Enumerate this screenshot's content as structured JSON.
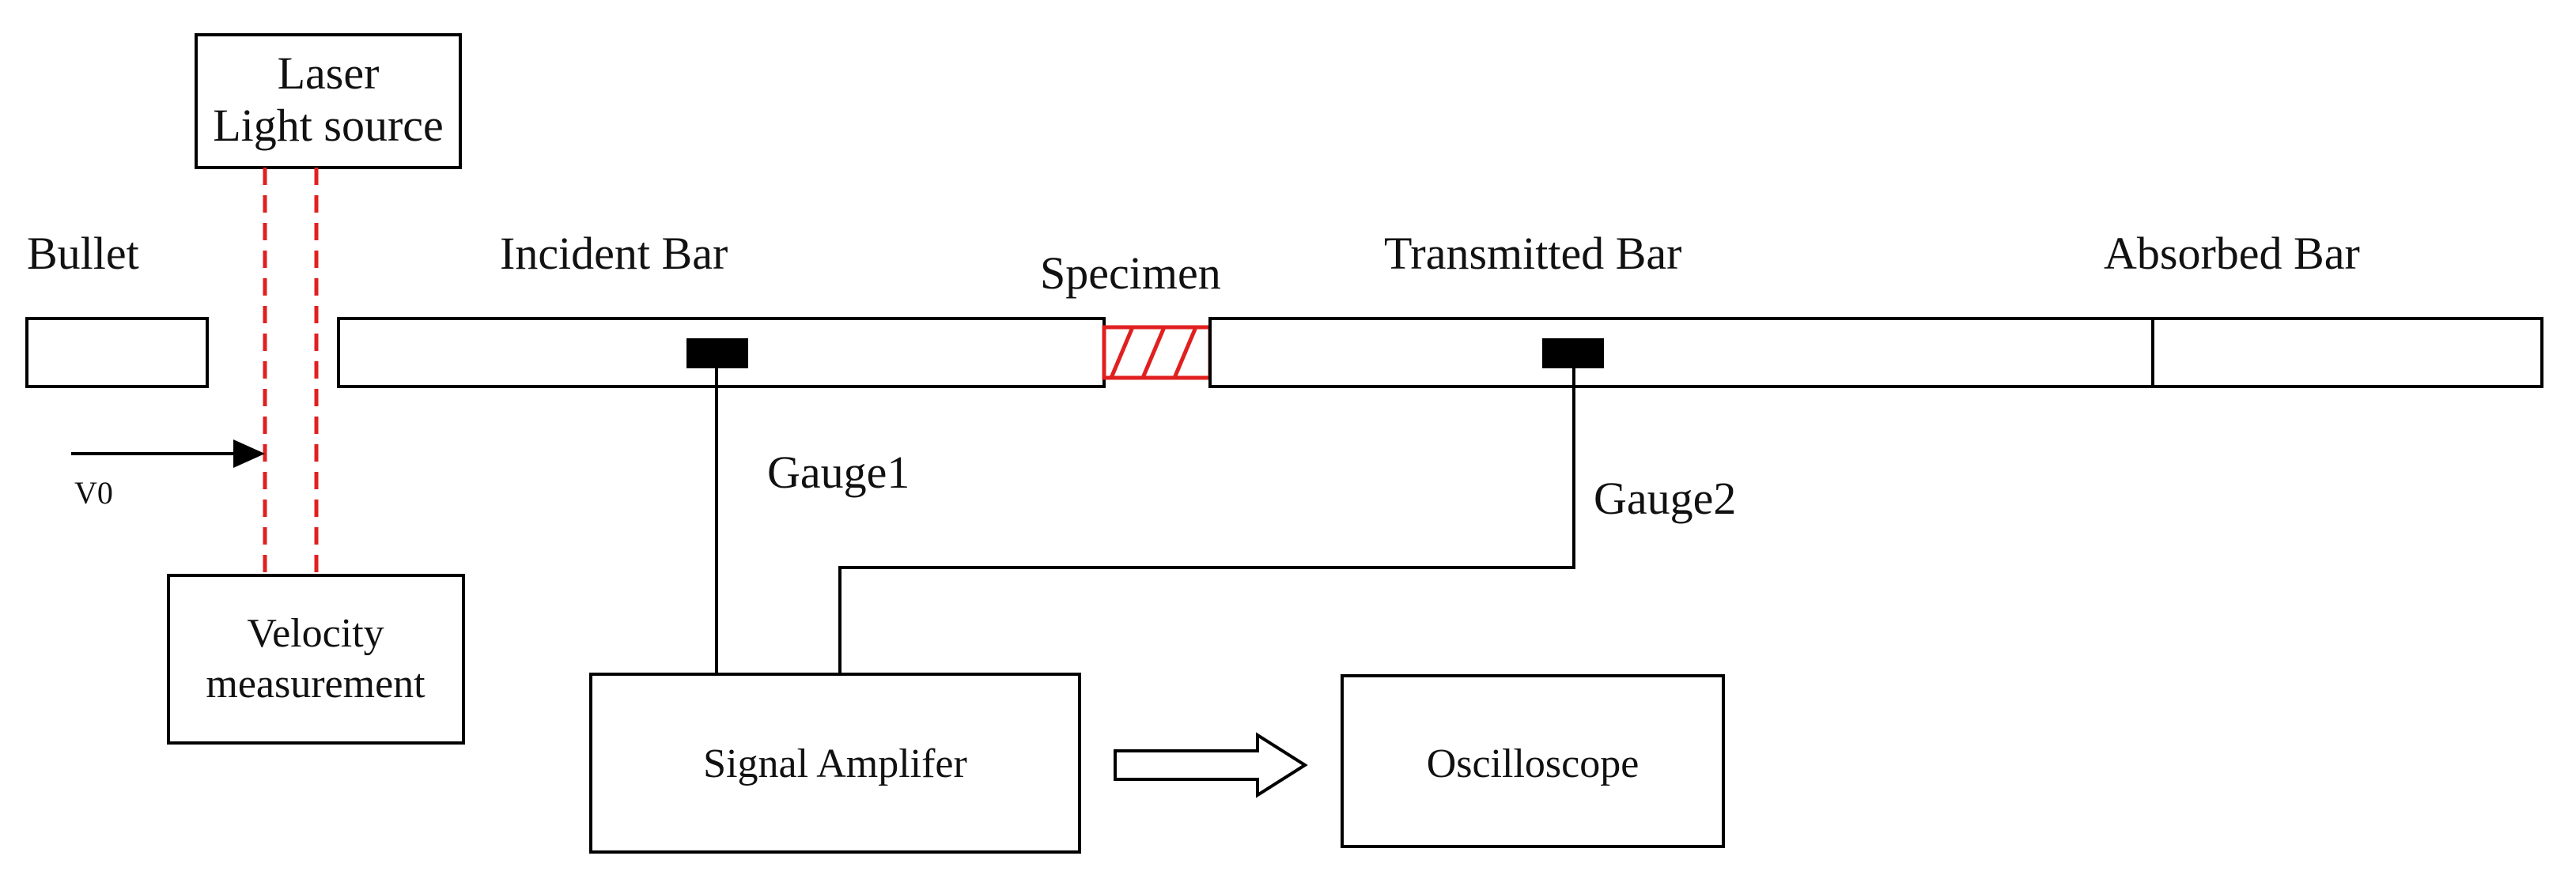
{
  "diagram": {
    "labels": {
      "laser_line1": "Laser",
      "laser_line2": "Light source",
      "bullet": "Bullet",
      "incident_bar": "Incident Bar",
      "specimen": "Specimen",
      "transmitted_bar": "Transmitted Bar",
      "absorbed_bar": "Absorbed Bar",
      "velocity_symbol": "V0",
      "gauge1": "Gauge1",
      "gauge2": "Gauge2",
      "velocity_line1": "Velocity",
      "velocity_line2": "measurement",
      "signal_amplifier": "Signal Amplifer",
      "oscilloscope": "Oscilloscope"
    },
    "colors": {
      "line": "#000000",
      "laser": "#e02020",
      "specimen": "#e02020",
      "gauge": "#000000"
    }
  }
}
